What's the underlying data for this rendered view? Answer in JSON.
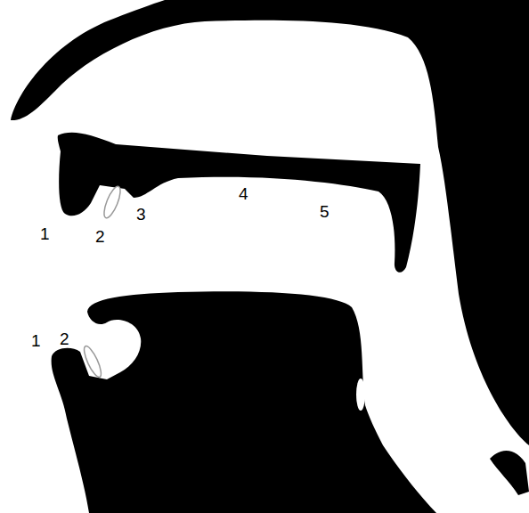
{
  "diagram": {
    "labels": [
      "1",
      "2",
      "3",
      "4",
      "5",
      "1",
      "2"
    ]
  }
}
